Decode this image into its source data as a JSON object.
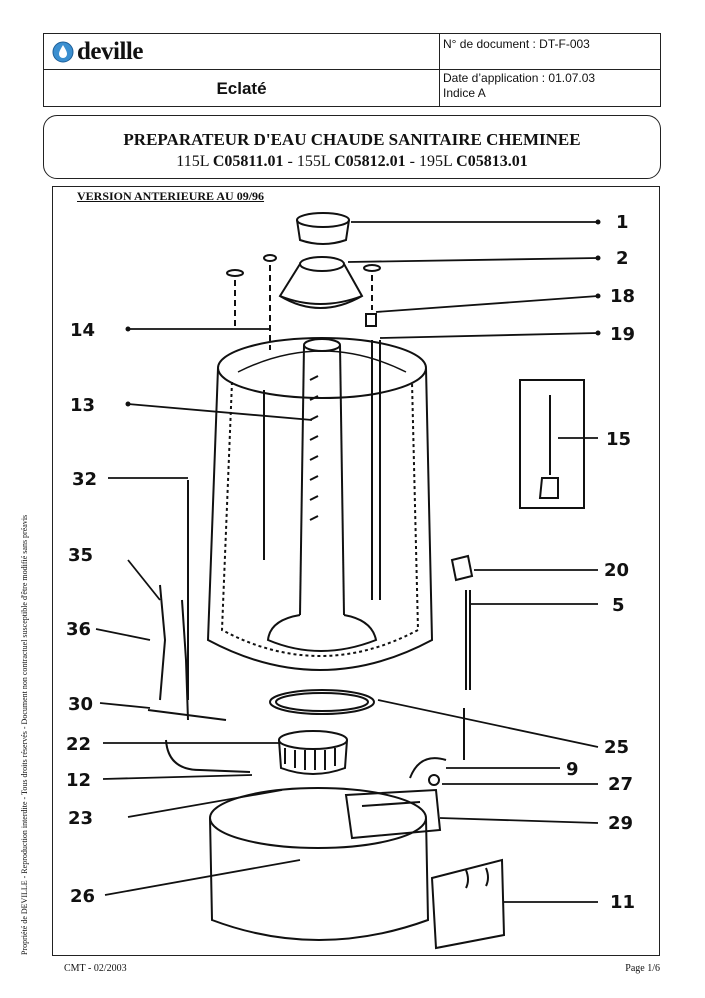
{
  "header": {
    "brand": "deville",
    "title": "Eclaté",
    "doc_number": "N° de document : DT-F-003",
    "date": "Date d’application : 01.07.03",
    "index": "Indice A"
  },
  "title_box": {
    "line1": "PREPARATEUR D'EAU CHAUDE SANITAIRE CHEMINEE",
    "l2_a": "115L ",
    "l2_b": "C05811.01",
    "l2_c": " - 155L ",
    "l2_d": "C05812.01",
    "l2_e": " - 195L ",
    "l2_f": "C05813.01"
  },
  "drawing": {
    "version_label": "VERSION ANTERIEURE AU 09/96",
    "part_numbers": [
      "1",
      "2",
      "18",
      "19",
      "15",
      "20",
      "5",
      "25",
      "9",
      "27",
      "29",
      "11",
      "14",
      "13",
      "32",
      "35",
      "36",
      "30",
      "22",
      "12",
      "23",
      "26"
    ]
  },
  "footer": {
    "side_text": "Propriété de DEVILLE - Reproduction interdite - Tous droits réservés - Document non contractuel susceptible d'être modifié sans préavis",
    "left": "CMT - 02/2003",
    "right": "Page 1/6"
  }
}
